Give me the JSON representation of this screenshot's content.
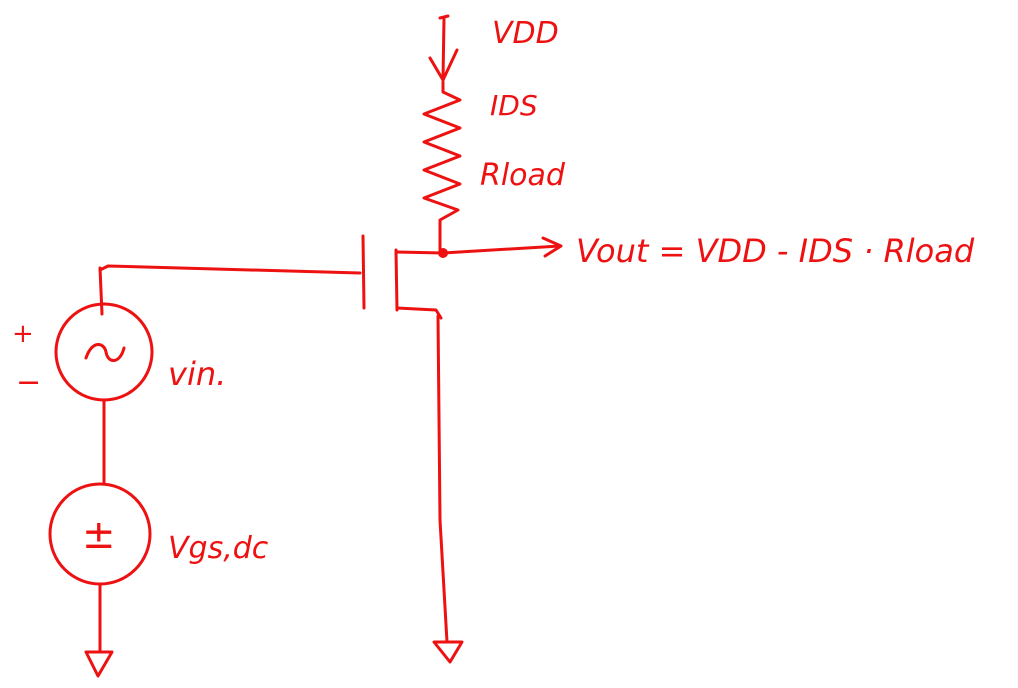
{
  "ink_color": "#ee1111",
  "labels": {
    "vdd": "VDD",
    "ids": "IDS",
    "rload": "Rload",
    "vout_equation": "Vout = VDD - IDS · Rload",
    "vin": "vin.",
    "vgs_dc": "Vgs,dc",
    "vin_plus": "+",
    "vin_minus": "−",
    "vgs_plus_minus": "±"
  },
  "icons": {
    "vin_source": "ac-source-icon",
    "vgs_source": "dc-source-icon",
    "grounds": "ground-icon"
  }
}
